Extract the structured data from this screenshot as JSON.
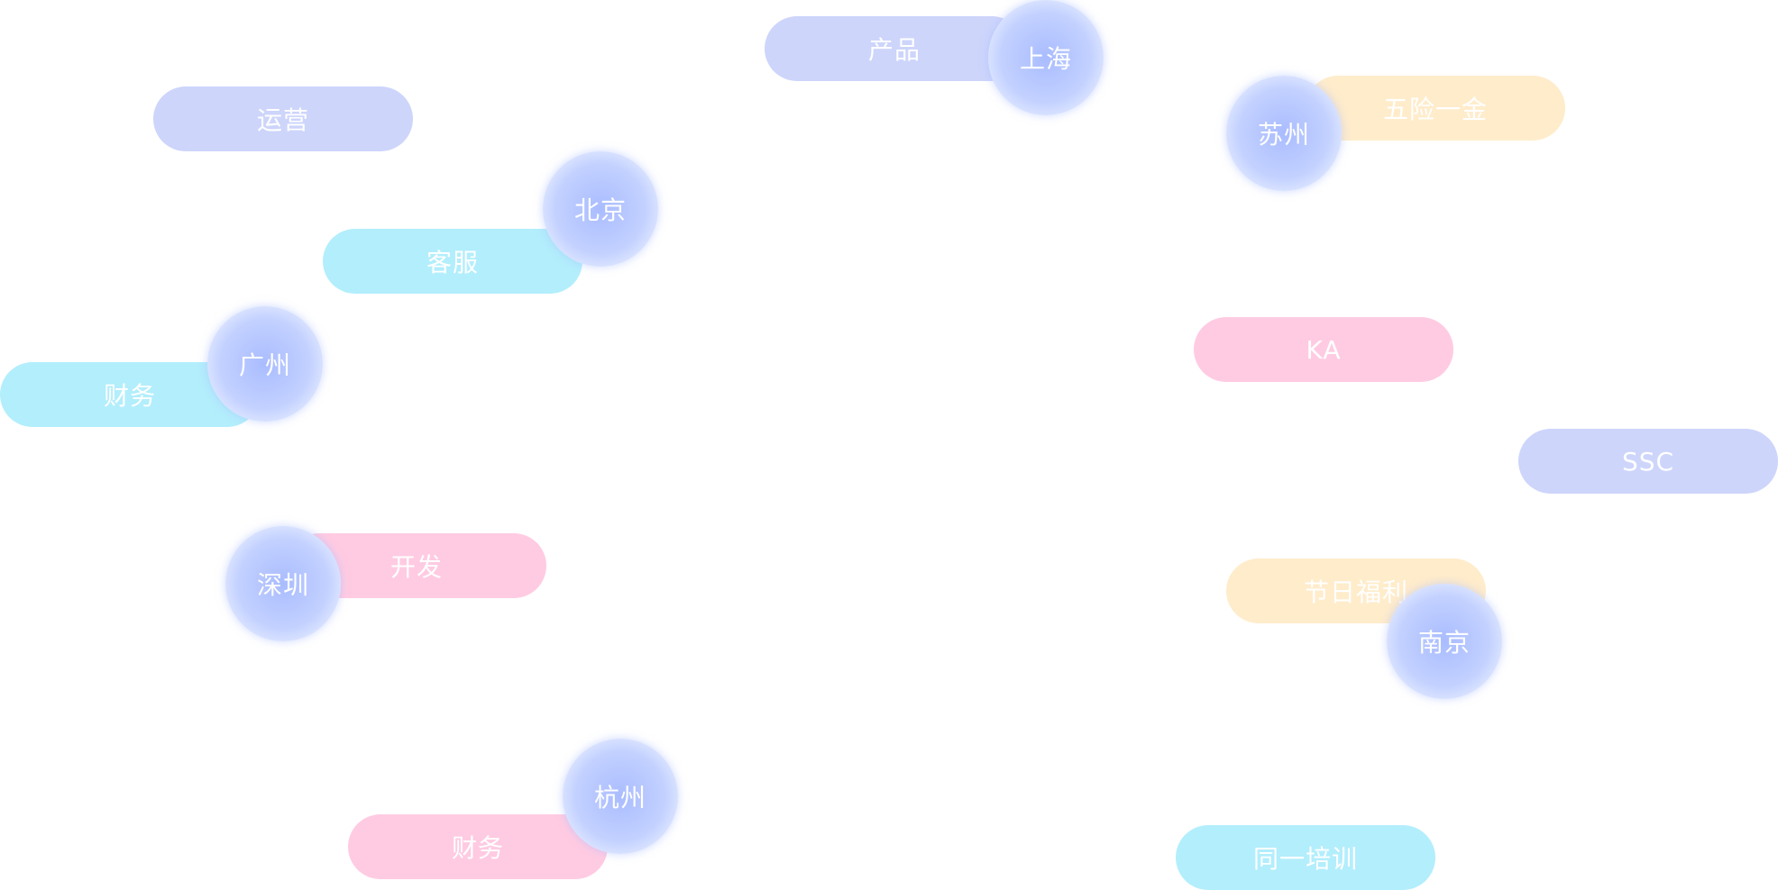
{
  "tags": {
    "product": "产品",
    "operations": "运营",
    "customer_service": "客服",
    "finance_left": "财务",
    "development": "开发",
    "finance_bottom": "财务",
    "insurance": "五险一金",
    "ka": "KA",
    "ssc": "SSC",
    "holiday_benefits": "节日福利",
    "training": "同一培训"
  },
  "cities": {
    "shanghai": "上海",
    "suzhou": "苏州",
    "beijing": "北京",
    "guangzhou": "广州",
    "shenzhen": "深圳",
    "hangzhou": "杭州",
    "nanjing": "南京"
  },
  "colors": {
    "blue_tag": "#cdd5fb",
    "cyan_tag": "#b3eefc",
    "pink_tag": "#ffcbe2",
    "yellow_tag": "#ffeccb",
    "city_bubble": "#b9c8ff"
  }
}
